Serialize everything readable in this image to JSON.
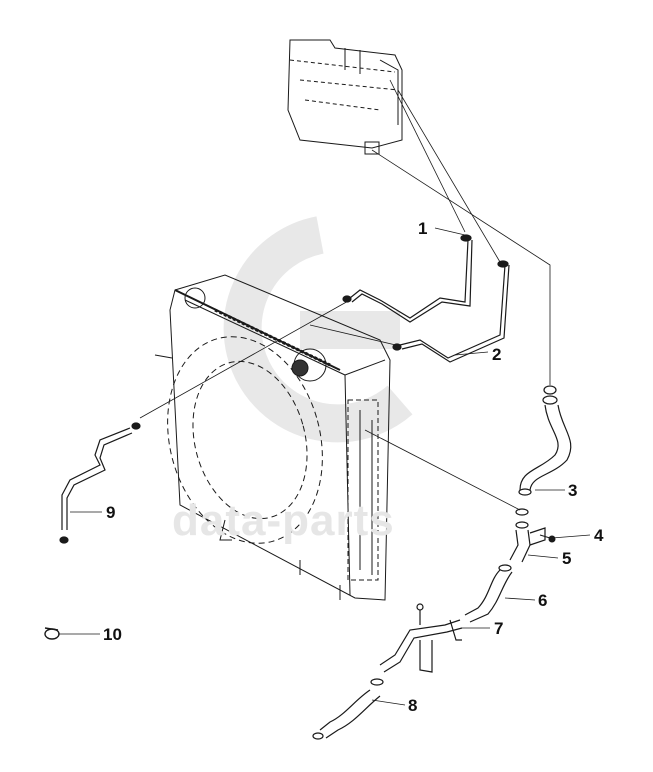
{
  "watermark": {
    "text": "data-parts",
    "color": "#e3e3e3"
  },
  "callouts": [
    {
      "id": "1",
      "label": "1"
    },
    {
      "id": "2",
      "label": "2"
    },
    {
      "id": "3",
      "label": "3"
    },
    {
      "id": "4",
      "label": "4"
    },
    {
      "id": "5",
      "label": "5"
    },
    {
      "id": "6",
      "label": "6"
    },
    {
      "id": "7",
      "label": "7"
    },
    {
      "id": "8",
      "label": "8"
    },
    {
      "id": "9",
      "label": "9"
    },
    {
      "id": "10",
      "label": "10"
    }
  ],
  "colors": {
    "line": "#1a1a1a",
    "background": "#ffffff"
  }
}
